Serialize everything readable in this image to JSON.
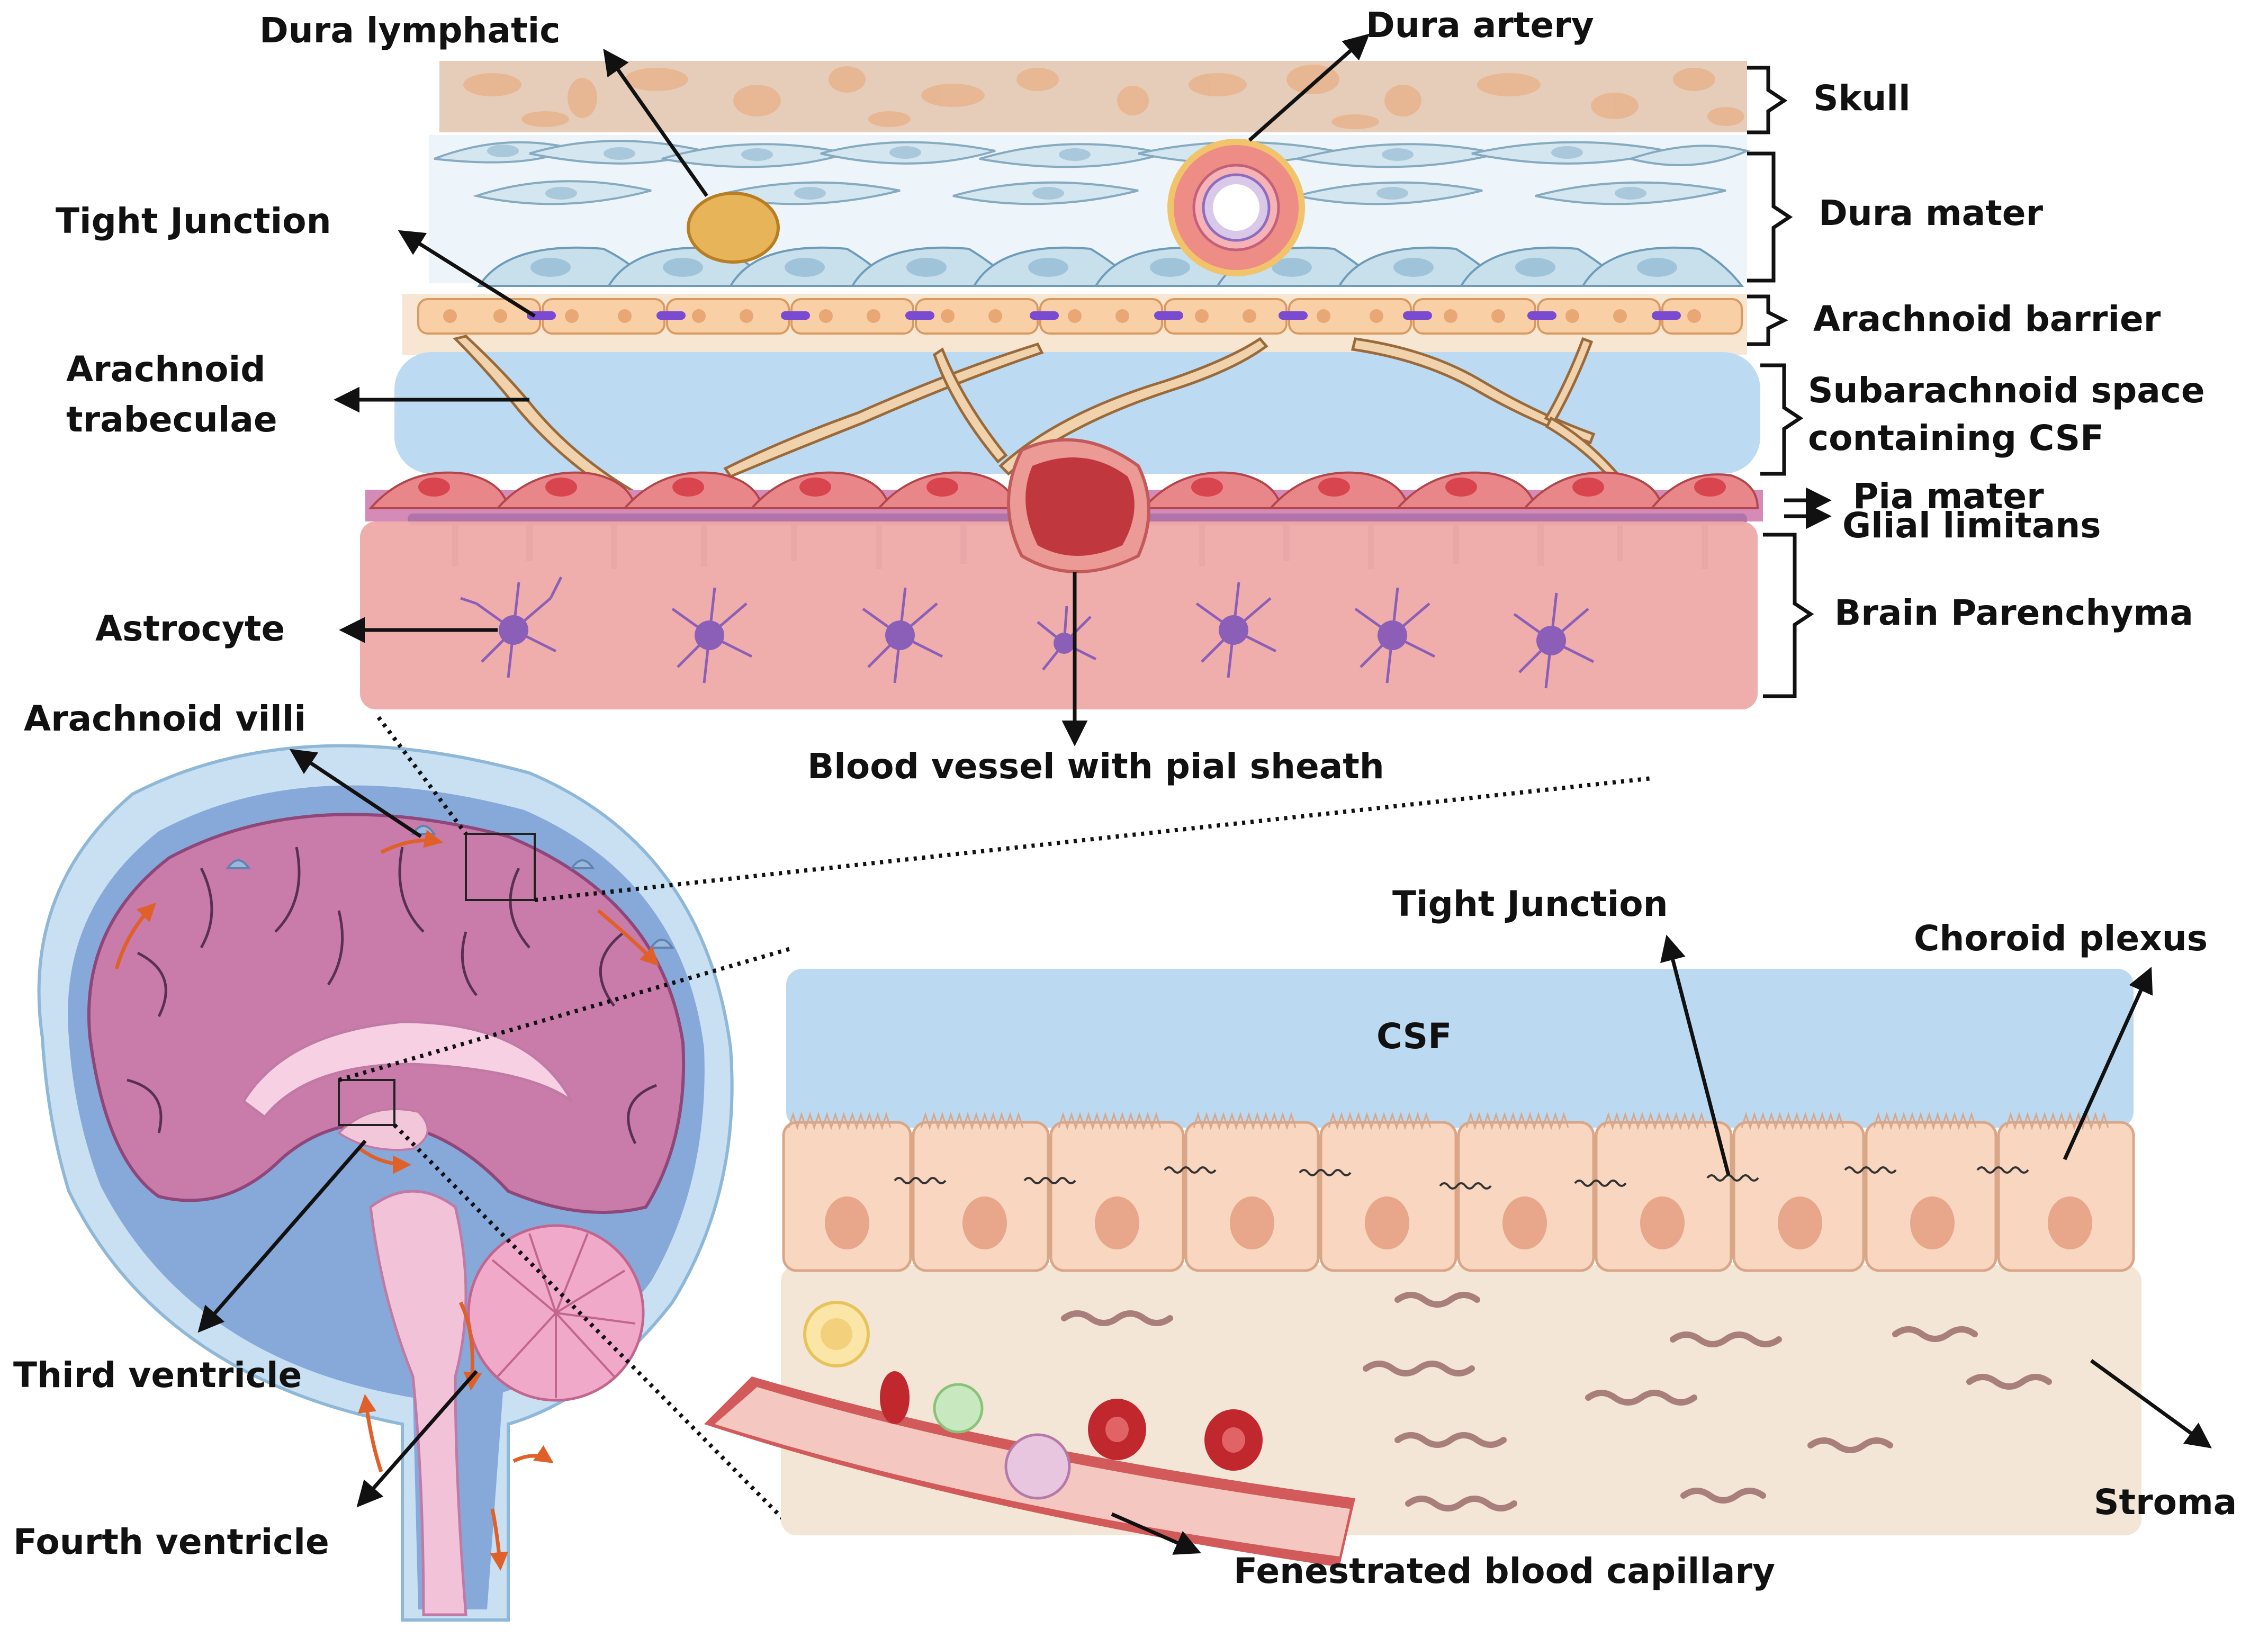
{
  "labels": {
    "dura_lymphatic": "Dura lymphatic",
    "dura_artery": "Dura artery",
    "skull": "Skull",
    "dura_mater": "Dura mater",
    "tight_junction_top": "Tight Junction",
    "arachnoid_barrier": "Arachnoid barrier",
    "arachnoid_trabeculae_1": "Arachnoid",
    "arachnoid_trabeculae_2": "trabeculae",
    "subarachnoid_1": "Subarachnoid space",
    "subarachnoid_2": "containing CSF",
    "pia_mater": "Pia mater",
    "glial_limitans": "Glial limitans",
    "astrocyte": "Astrocyte",
    "brain_parenchyma": "Brain Parenchyma",
    "arachnoid_villi": "Arachnoid villi",
    "blood_vessel": "Blood vessel with pial sheath",
    "tight_junction_bottom": "Tight Junction",
    "choroid_plexus": "Choroid plexus",
    "csf": "CSF",
    "third_ventricle": "Third ventricle",
    "fourth_ventricle": "Fourth ventricle",
    "stroma": "Stroma",
    "fenestrated_capillary": "Fenestrated blood capillary"
  },
  "colors": {
    "skull": "#e6c9b4",
    "dura": "#d6e6f0",
    "arachnoid": "#f7d6b5",
    "csf": "#bcd9f2",
    "pia": "#e9959a",
    "parenchyma": "#eeaaa8",
    "astrocyte": "#8b5fb8",
    "brain": "#c77aa8",
    "ventricle": "#7ea6d8",
    "epithelium": "#f8d6c0",
    "stroma": "#f3e6d6",
    "rbc": "#c0282e",
    "arrow": "#111111",
    "flow_arrow": "#e0602a"
  }
}
